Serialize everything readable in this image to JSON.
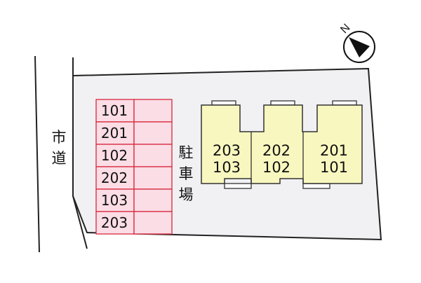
{
  "street_label": [
    "市",
    "道"
  ],
  "parking_label": [
    "駐",
    "車",
    "場"
  ],
  "compass": {
    "north_mark": "N"
  },
  "parking_spots": [
    "101",
    "201",
    "102",
    "202",
    "103",
    "203"
  ],
  "building_units": [
    {
      "upper": "203",
      "lower": "103"
    },
    {
      "upper": "202",
      "lower": "102"
    },
    {
      "upper": "201",
      "lower": "101"
    }
  ],
  "colors": {
    "lot_fill": "#f1f1f3",
    "lot_border": "#222222",
    "parking_fill": "#fbdde6",
    "parking_border": "#d8283e",
    "building_fill": "#f8f7bf",
    "building_border": "#333333"
  }
}
